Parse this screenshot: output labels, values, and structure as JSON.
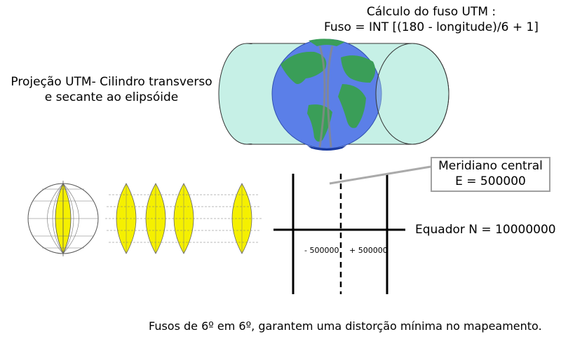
{
  "formula": {
    "line1": "Cálculo do fuso UTM :",
    "line2": "Fuso = INT [(180 - longitude)/6 + 1]"
  },
  "projection": {
    "line1": "Projeção UTM- Cilindro transverso",
    "line2": "e secante ao elipsóide"
  },
  "meridian": {
    "line1": "Meridiano central",
    "line2": "E = 500000"
  },
  "equator_label": "Equador N = 10000000",
  "offset_neg": "- 500000",
  "offset_pos": "+ 500000",
  "footer": "Fusos de 6º em 6º, garantem uma distorção mínima no mapeamento.",
  "colors": {
    "cylinder": "#c6f0e6",
    "globe_ocean": "#5b7fe8",
    "land": "#3a9e58",
    "zone_yellow": "#f5f000"
  }
}
